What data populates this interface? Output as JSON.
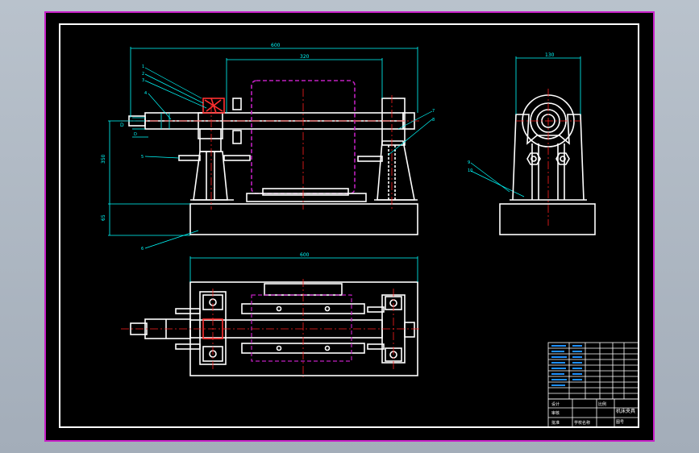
{
  "colors": {
    "background": "#000000",
    "frame": "#ffffff",
    "outer_border": "#c820c8",
    "dimension": "#00ffff",
    "centerline": "#ff2020",
    "hidden": "#c020c0",
    "gear_hatch": "#ff3030"
  },
  "dimensions": {
    "top_overall": "600",
    "top_inner": "320",
    "side_width": "130",
    "height_left": "350",
    "base_height": "65",
    "plan_overall": "600",
    "shaft_a": "D",
    "shaft_b": "D"
  },
  "callouts": {
    "c1": "1",
    "c2": "2",
    "c3": "3",
    "c4": "4",
    "c5": "5",
    "c6": "6",
    "c7": "7",
    "c8": "8",
    "c9": "9",
    "c10": "10"
  },
  "title_block": {
    "drawing_name": "机床夹具",
    "drawing_number": "图号",
    "scale": "比例",
    "designer": "设计",
    "checker": "审核",
    "approver": "批准",
    "school": "学校名称"
  }
}
